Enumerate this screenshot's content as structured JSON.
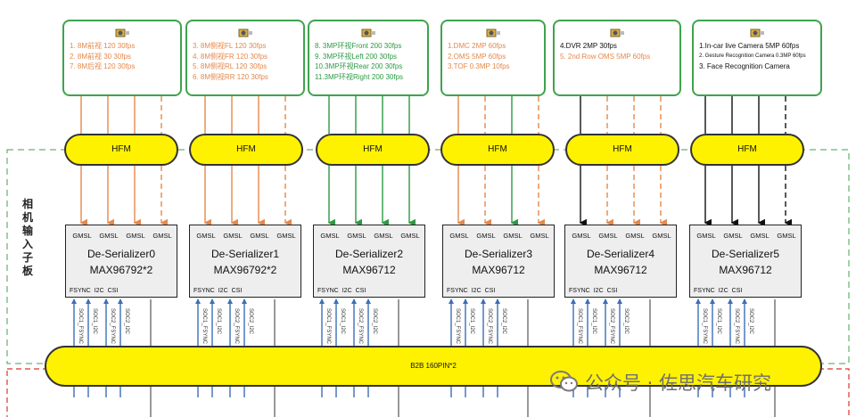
{
  "side_label": "相机输入子板",
  "cameras": [
    {
      "lines": [
        {
          "text": "1. 8M前视 120 30fps",
          "color": "orange"
        },
        {
          "text": "2. 8M前视 30  30fps",
          "color": "orange"
        },
        {
          "text": "7. 8M后视 120 30fps",
          "color": "orange"
        }
      ]
    },
    {
      "lines": [
        {
          "text": "3. 8M侧视FL 120 30fps",
          "color": "orange"
        },
        {
          "text": "4. 8M侧视FR 120 30fps",
          "color": "orange"
        },
        {
          "text": "5. 8M侧视RL 120 30fps",
          "color": "orange"
        },
        {
          "text": "6. 8M侧视RR 120 30fps",
          "color": "orange"
        }
      ]
    },
    {
      "lines": [
        {
          "text": "8. 3MP环视Front 200 30fps",
          "color": "green"
        },
        {
          "text": "9. 3MP环视Left 200 30fps",
          "color": "green"
        },
        {
          "text": "10.3MP环视Rear 200 30fps",
          "color": "green"
        },
        {
          "text": "11.3MP环视Right 200 30fps",
          "color": "green"
        }
      ]
    },
    {
      "lines": [
        {
          "text": "1.DMC 2MP 60fps",
          "color": "orange"
        },
        {
          "text": "2.OMS 5MP 60fps",
          "color": "orange"
        },
        {
          "text": "3.TOF 0.3MP 10fps",
          "color": "orange"
        }
      ]
    },
    {
      "lines": [
        {
          "text": "4.DVR 2MP 30fps",
          "color": "black"
        },
        {
          "text": "5. 2nd Row OMS 5MP 60fps",
          "color": "orange"
        }
      ]
    },
    {
      "lines": [
        {
          "text": "1.In-car live Camera 5MP 60fps",
          "color": "black"
        },
        {
          "text": "2. Gesture Recognition Camera 0.3MP 60fps",
          "color": "black"
        },
        {
          "text": "3. Face Recognition Camera",
          "color": "black"
        }
      ]
    }
  ],
  "hfm_label": "HFM",
  "gmsl_label": "GMSL",
  "deserializers": [
    {
      "name": "De-Serializer0",
      "part": "MAX96792*2"
    },
    {
      "name": "De-Serializer1",
      "part": "MAX96792*2"
    },
    {
      "name": "De-Serializer2",
      "part": "MAX96712"
    },
    {
      "name": "De-Serializer3",
      "part": "MAX96712"
    },
    {
      "name": "De-Serializer4",
      "part": "MAX96712"
    },
    {
      "name": "De-Serializer5",
      "part": "MAX96712"
    }
  ],
  "bottom_pins": {
    "fsync": "FSYNC",
    "i2c": "I2C",
    "csi": "CSI"
  },
  "vertical_labels": {
    "a": "SOC1_FSYNC",
    "b": "SOC1_I2C",
    "c": "SOC2_FSYNC",
    "d": "SOC2_I2C"
  },
  "b2b_label": "B2B 160PIN*2",
  "watermark": {
    "icon": "wechat-icon",
    "text": "公众号 · 佐思汽车研究"
  },
  "colors": {
    "orange": "#e5884a",
    "green": "#2c9a43",
    "black": "#111111",
    "blue": "#3b6fb6",
    "yellow": "#fff200",
    "frame_green": "#3fa34d",
    "frame_red": "#d9362b"
  }
}
